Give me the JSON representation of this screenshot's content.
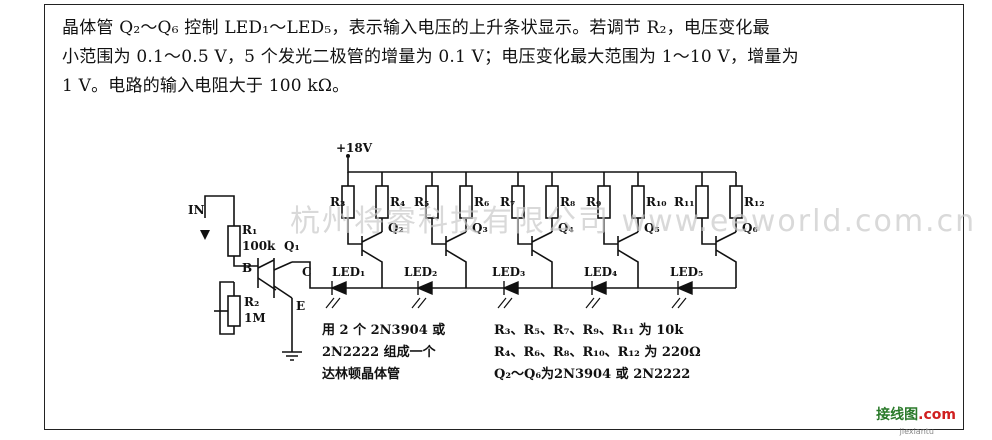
{
  "description": {
    "line1": "晶体管 Q₂～Q₆ 控制 LED₁～LED₅，表示输入电压的上升条状显示。若调节 R₂，电压变化最",
    "line2": "小范围为 0.1～0.5 V，5 个发光二极管的增量为 0.1 V；电压变化最大范围为 1～10 V，增量为",
    "line3": "1 V。电路的输入电阻大于 100 kΩ。"
  },
  "labels": {
    "supply": "+18V",
    "input": "IN",
    "r1": "R₁",
    "r1_value": "100k",
    "r2": "R₂",
    "r2_value": "1M",
    "q1": "Q₁",
    "base": "B",
    "collector": "C",
    "emitter": "E",
    "r3": "R₃",
    "r4": "R₄",
    "r5": "R₅",
    "r6": "R₆",
    "r7": "R₇",
    "r8": "R₈",
    "r9": "R₉",
    "r10": "R₁₀",
    "r11": "R₁₁",
    "r12": "R₁₂",
    "q2": "Q₂",
    "q3": "Q₃",
    "q4": "Q₄",
    "q5": "Q₅",
    "q6": "Q₆",
    "led1": "LED₁",
    "led2": "LED₂",
    "led3": "LED₃",
    "led4": "LED₄",
    "led5": "LED₅"
  },
  "notes": {
    "darlington_line1": "用 2 个 2N3904 或",
    "darlington_line2": "2N2222 组成一个",
    "darlington_line3": "达林顿晶体管",
    "parts_line1": "R₃、R₅、R₇、R₉、R₁₁ 为 10k",
    "parts_line2": "R₄、R₆、R₈、R₁₀、R₁₂ 为 220Ω",
    "parts_line3": "Q₂～Q₆为2N3904 或 2N2222"
  },
  "watermark": "杭州将睿科技有限公司 www.eeworld.com.cn",
  "logo": {
    "main": "接线图",
    "tld": ".com",
    "sub": "jiexiantu"
  }
}
